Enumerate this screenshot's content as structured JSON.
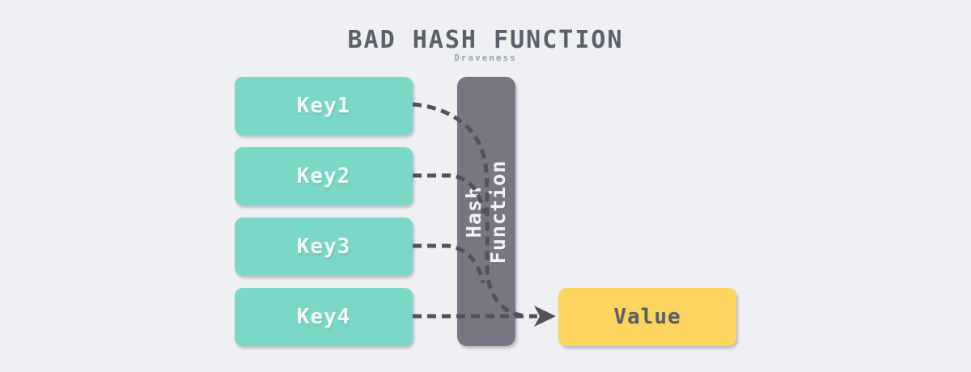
{
  "header": {
    "title": "BAD HASH FUNCTION",
    "subtitle": "Draveness"
  },
  "diagram": {
    "keys": [
      "Key1",
      "Key2",
      "Key3",
      "Key4"
    ],
    "hash_function": {
      "line1": "Hash",
      "line2": "Function"
    },
    "value": "Value"
  },
  "colors": {
    "background": "#eef0f3",
    "key_box": "#7bd8c6",
    "hash_box": "#797683",
    "value_box": "#fbd55e",
    "connector": "#54515c",
    "title_text": "#5d5f6a",
    "subtitle_text": "#9aa2ac",
    "key_text": "#f2f9f8",
    "value_text": "#5b5e68"
  }
}
